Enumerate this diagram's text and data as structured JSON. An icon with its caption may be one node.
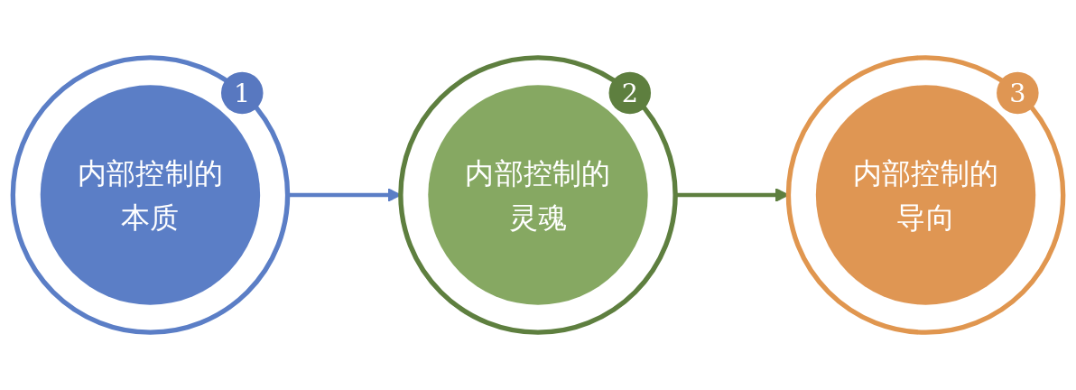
{
  "diagram": {
    "nodes": [
      {
        "text": [
          "内部控制的本质"
        ],
        "beside": [
          "1"
        ]
      },
      {
        "text": [
          "内部控制的灵魂"
        ],
        "beside": [
          "2"
        ]
      },
      {
        "text": [
          "内部控制的导向"
        ],
        "beside": [
          "3"
        ]
      }
    ],
    "edges": [
      {
        "from": 0,
        "to": 1,
        "arrow": "to",
        "color": "#5b7ec6"
      },
      {
        "from": 1,
        "to": 2,
        "arrow": "to",
        "color": "#5e7f3f"
      }
    ]
  }
}
